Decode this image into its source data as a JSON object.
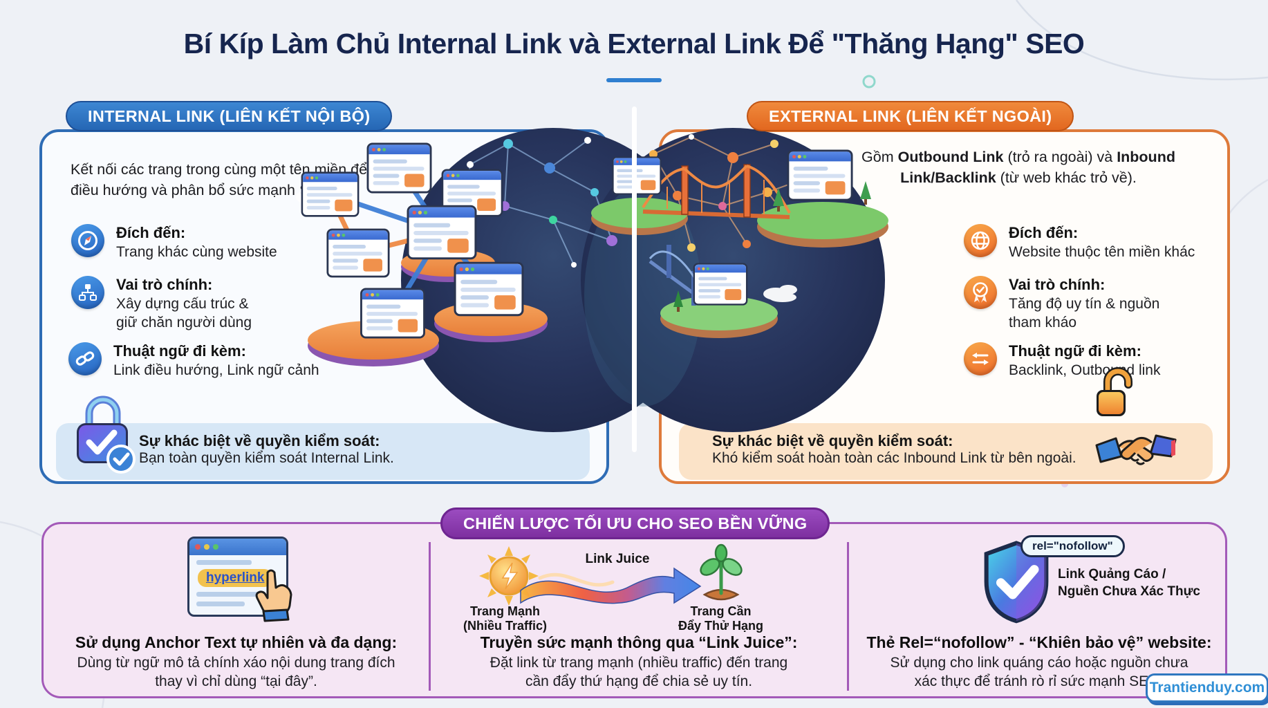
{
  "page": {
    "title": "Bí Kíp Làm Chủ Internal Link và External Link Để \"Thăng Hạng\" SEO",
    "watermark": "Trantienduy.com"
  },
  "colors": {
    "internal_accent": "#2e75c5",
    "external_accent": "#e8772e",
    "strategy_accent": "#8d3fb0",
    "title_navy": "#16254e",
    "watermark_blue": "#2f8fd6"
  },
  "internal_panel": {
    "header": "INTERNAL LINK (LIÊN KẾT NỘI BỘ)",
    "intro": "Kết nối các trang trong cùng một tên miền để\nđiều hướng và phân bổ sức mạnh SEO.",
    "items": [
      {
        "icon": "compass-icon",
        "label": "Đích đến:",
        "text": "Trang khác cùng website"
      },
      {
        "icon": "sitemap-icon",
        "label": "Vai trò chính:",
        "text": "Xây dựng cấu trúc &\ngiữ chăn người dùng"
      },
      {
        "icon": "chain-link-icon",
        "label": "Thuật ngữ đi kèm:",
        "text": "Link điều hướng, Link ngữ cảnh"
      }
    ],
    "callout": {
      "label": "Sự khác biệt về quyền kiểm soát:",
      "text": "Bạn toàn quyền kiểm soát Internal Link."
    }
  },
  "external_panel": {
    "header": "EXTERNAL LINK (LIÊN KẾT NGOÀI)",
    "intro_segments": [
      "Gồm ",
      "Outbound Link",
      " (trỏ ra ngoài) và ",
      "Inbound\nLink/Backlink",
      " (từ web khác trỏ về)."
    ],
    "items": [
      {
        "icon": "globe-icon",
        "label": "Đích đến:",
        "text": "Website thuộc tên miền khác"
      },
      {
        "icon": "medal-icon",
        "label": "Vai trò chính:",
        "text": "Tăng độ uy tín & nguồn\ntham kháo"
      },
      {
        "icon": "swap-arrows-icon",
        "label": "Thuật ngữ đi kèm:",
        "text": "Backlink, Outbound link"
      }
    ],
    "callout": {
      "label": "Sự khác biệt về quyền kiểm soát:",
      "text": "Khó kiểm soát hoàn toàn các Inbound Link từ bên ngoài."
    }
  },
  "strategy_panel": {
    "header": "CHIẾN LƯỢC TỐI ƯU CHO SEO BỀN VỮNG",
    "anchor_text": {
      "illustration_link_label": "hyperlink",
      "heading": "Sử dụng Anchor Text tự nhiên và đa dạng:",
      "body": "Dùng từ ngữ mô tả chính xáo nội dung trang đích\nthay vì chỉ dùng “tại đây”."
    },
    "link_juice": {
      "source_label": "Trang Mạnh\n(Nhiều Traffic)",
      "flow_label": "Link Juice",
      "target_label": "Trang Cần\nĐẩy Thử Hạng",
      "heading": "Truyền sức mạnh thông qua “Link Juice”:",
      "body": "Đặt link từ trang mạnh (nhiều traffic) đến trang\ncần đẩy thứ hạng để chia sẻ uy tín."
    },
    "nofollow": {
      "badge_label": "rel=\"nofollow\"",
      "caption": "Link Quảng Cáo /\nNguền Chưa Xác Thực",
      "heading": "Thẻ Rel=“nofollow” - “Khiên bảo vệ” website:",
      "body": "Sử dụng cho link quáng cáo hoặc nguồn chưa\nxác thực để tránh rò rỉ sức mạnh SEO."
    }
  }
}
